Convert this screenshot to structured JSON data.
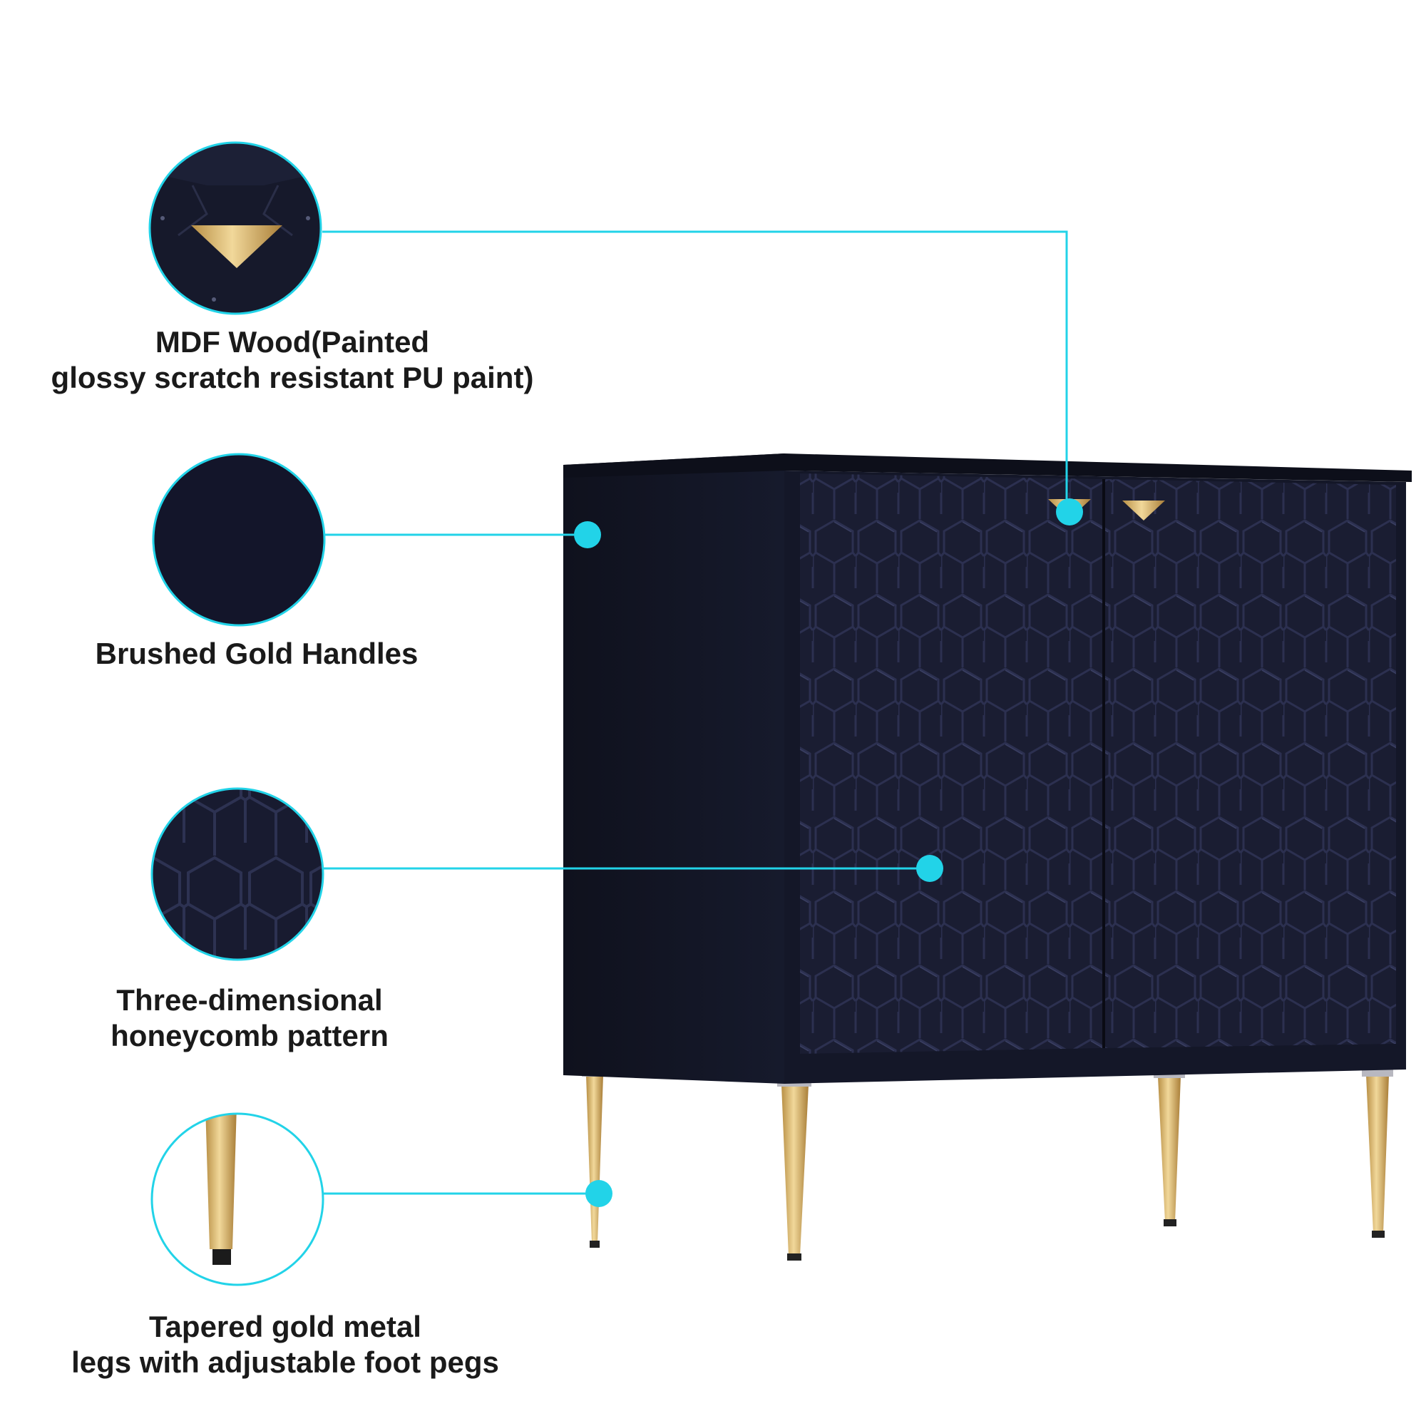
{
  "colors": {
    "accent": "#22d3e8",
    "cabinet": "#15172a",
    "cabinet_side": "#11131f",
    "gold": "#d9b46a",
    "text": "#1a1a1a",
    "background": "#ffffff"
  },
  "features": [
    {
      "id": "finish",
      "caption_lines": [
        "MDF Wood(Painted",
        "glossy scratch resistant PU paint)"
      ],
      "detail": "handle-closeup"
    },
    {
      "id": "handles",
      "caption_lines": [
        "Brushed Gold Handles"
      ],
      "detail": "plain-panel-closeup"
    },
    {
      "id": "pattern",
      "caption_lines": [
        "Three-dimensional",
        "honeycomb pattern"
      ],
      "detail": "honeycomb-closeup"
    },
    {
      "id": "legs",
      "caption_lines": [
        "Tapered gold metal",
        "legs with adjustable foot pegs"
      ],
      "detail": "leg-closeup"
    }
  ]
}
